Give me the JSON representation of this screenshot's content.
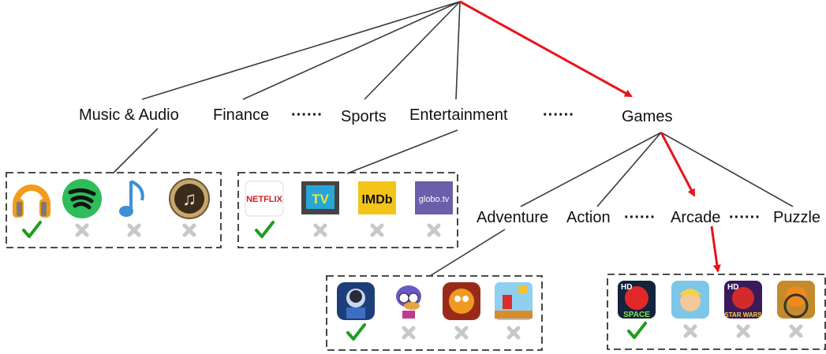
{
  "colors": {
    "line": "#3a3a3a",
    "highlight": "#e8141b",
    "check": "#1e9e1e",
    "cross": "#c8c8c8",
    "box_border": "#333333"
  },
  "categories": {
    "music": "Music & Audio",
    "finance": "Finance",
    "dots1": "······",
    "sports": "Sports",
    "entertainment": "Entertainment",
    "dots2": "······",
    "games": "Games"
  },
  "subcategories": {
    "adventure": "Adventure",
    "action": "Action",
    "dots1": "······",
    "arcade": "Arcade",
    "dots2": "······",
    "puzzle": "Puzzle"
  },
  "app_groups": [
    {
      "name": "music",
      "apps": [
        {
          "icon": "headphones-app-icon",
          "selected": true
        },
        {
          "icon": "spotify-app-icon",
          "selected": false
        },
        {
          "icon": "music-note-app-icon",
          "selected": false
        },
        {
          "icon": "gold-music-app-icon",
          "selected": false
        }
      ]
    },
    {
      "name": "entertainment",
      "apps": [
        {
          "icon": "netflix-app-icon",
          "label": "NETFLIX",
          "selected": true
        },
        {
          "icon": "tv-app-icon",
          "label": "TV",
          "selected": false
        },
        {
          "icon": "imdb-app-icon",
          "label": "IMDb",
          "selected": false
        },
        {
          "icon": "globotv-app-icon",
          "label": "globo.tv",
          "selected": false
        }
      ]
    },
    {
      "name": "adventure",
      "apps": [
        {
          "icon": "disney-hero-app-icon",
          "selected": true
        },
        {
          "icon": "zoombini-app-icon",
          "selected": false
        },
        {
          "icon": "garfield-app-icon",
          "selected": false
        },
        {
          "icon": "runner-app-icon",
          "selected": false
        }
      ]
    },
    {
      "name": "arcade",
      "apps": [
        {
          "icon": "angry-birds-space-app-icon",
          "label_top": "HD",
          "label": "SPACE",
          "selected": true
        },
        {
          "icon": "cartoon-boy-app-icon",
          "selected": false
        },
        {
          "icon": "angry-birds-star-wars-app-icon",
          "label_top": "HD",
          "label": "STAR WARS",
          "selected": false
        },
        {
          "icon": "pumpkin-car-app-icon",
          "selected": false
        }
      ]
    }
  ]
}
